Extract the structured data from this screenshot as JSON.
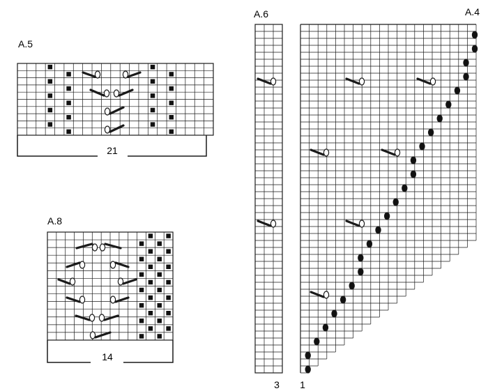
{
  "colors": {
    "background": "#ffffff",
    "grid_line": "#1a1a1a",
    "ink": "#1a1a1a",
    "filled_square": "#111111",
    "yarn_over_fill": "#ffffff"
  },
  "symbols": {
    "filled_square": "filled-square-symbol",
    "yarn_over": "open-oval-symbol",
    "yarn_over_filled": "filled-oval-symbol",
    "decrease_left": "slash-left-symbol",
    "decrease_right": "slash-right-symbol"
  },
  "charts": {
    "a5": {
      "label": "A.5",
      "stitch_count": "21"
    },
    "a8": {
      "label": "A.8",
      "stitch_count": "14"
    },
    "a6": {
      "label": "A.6",
      "stitch_count": "3"
    },
    "a4": {
      "label": "A.4",
      "stitch_count": "1"
    }
  }
}
